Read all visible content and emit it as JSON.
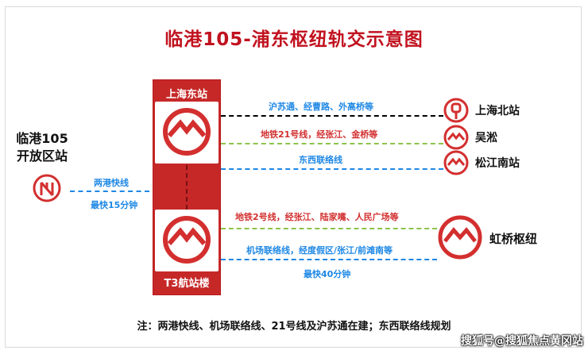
{
  "title": "临港105-浦东枢纽轨交示意图",
  "origin": {
    "line1": "临港105",
    "line2": "开放区站"
  },
  "hub": {
    "top_label": "上海东站",
    "bottom_label": "T3航站楼"
  },
  "left_link": {
    "name": "两港快线",
    "time": "最快15分钟"
  },
  "upper_routes": [
    {
      "label": "沪苏通、经曹路、外高桥等",
      "line_style": "black-dashed"
    },
    {
      "label": "地铁21号线，经张江、金桥等",
      "line_style": "green-dashed"
    },
    {
      "label": "东西联络线",
      "line_style": "blue-dashed"
    }
  ],
  "lower_routes": [
    {
      "label": "地铁2号线，经张江、陆家嘴、人民广场等",
      "line_style": "green-dashed"
    },
    {
      "label": "机场联络线，经度假区/张江/前滩南等",
      "line_style": "blue-dashed"
    },
    {
      "label": "最快40分钟",
      "line_style": "none"
    }
  ],
  "destinations": {
    "shanghai_north": "上海北站",
    "wusong": "吴淞",
    "songjiang_south": "松江南站",
    "hongqiao": "虹桥枢纽"
  },
  "note": "注：两港快线、机场联络线、21号线及沪苏通在建；东西联络线规划",
  "watermark": "搜狐号@搜狐焦点黄冈站",
  "colors": {
    "brand_red": "#c62828",
    "title_red": "#c1121f",
    "blue": "#1e88e5",
    "green": "#8bc34a",
    "black": "#000000"
  }
}
